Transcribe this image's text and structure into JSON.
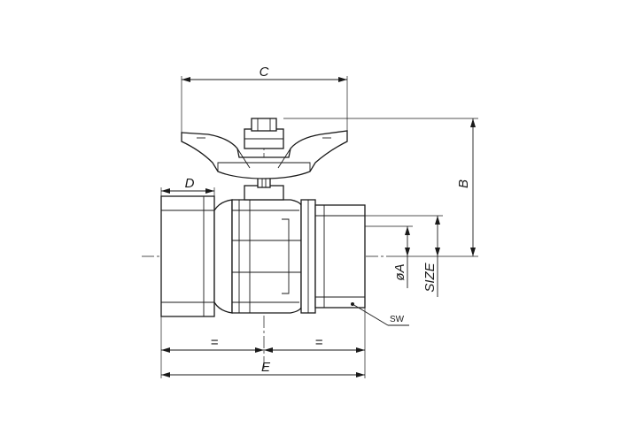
{
  "drawing": {
    "dimension_labels": {
      "c": "C",
      "b": "B",
      "d": "D",
      "phi_a": "øA",
      "size": "SIZE",
      "sw": "SW",
      "e": "E",
      "equal_left": "=",
      "equal_right": "="
    },
    "colors": {
      "line": "#1a1a1a",
      "background": "#ffffff"
    }
  }
}
